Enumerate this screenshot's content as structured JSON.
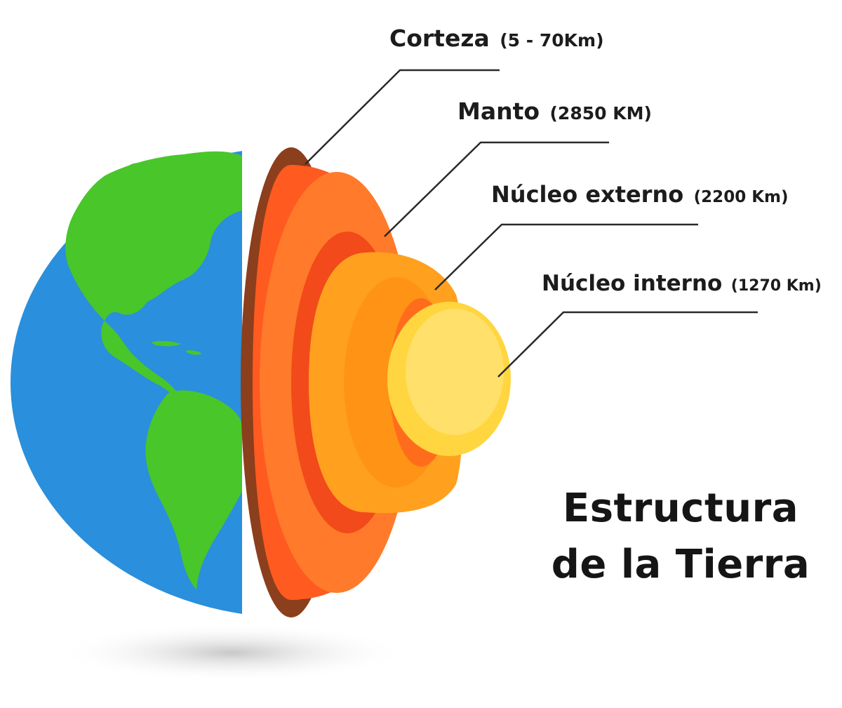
{
  "title": {
    "line1": "Estructura",
    "line2": "de la Tierra"
  },
  "layers": [
    {
      "name": "Corteza",
      "thickness": "(5 - 70Km)"
    },
    {
      "name": "Manto",
      "thickness": "(2850 KM)"
    },
    {
      "name": "Núcleo externo",
      "thickness": "(2200 Km)"
    },
    {
      "name": "Núcleo interno",
      "thickness": "(1270 Km)"
    }
  ],
  "colors": {
    "ocean": "#2a8fdc",
    "land": "#49c62a",
    "crust": "#8b3f1c",
    "mantle_outer": "#ff5a20",
    "mantle_inner": "#ff8a2c",
    "outer_core": "#ffa11e",
    "inner_core": "#ffd63f"
  }
}
